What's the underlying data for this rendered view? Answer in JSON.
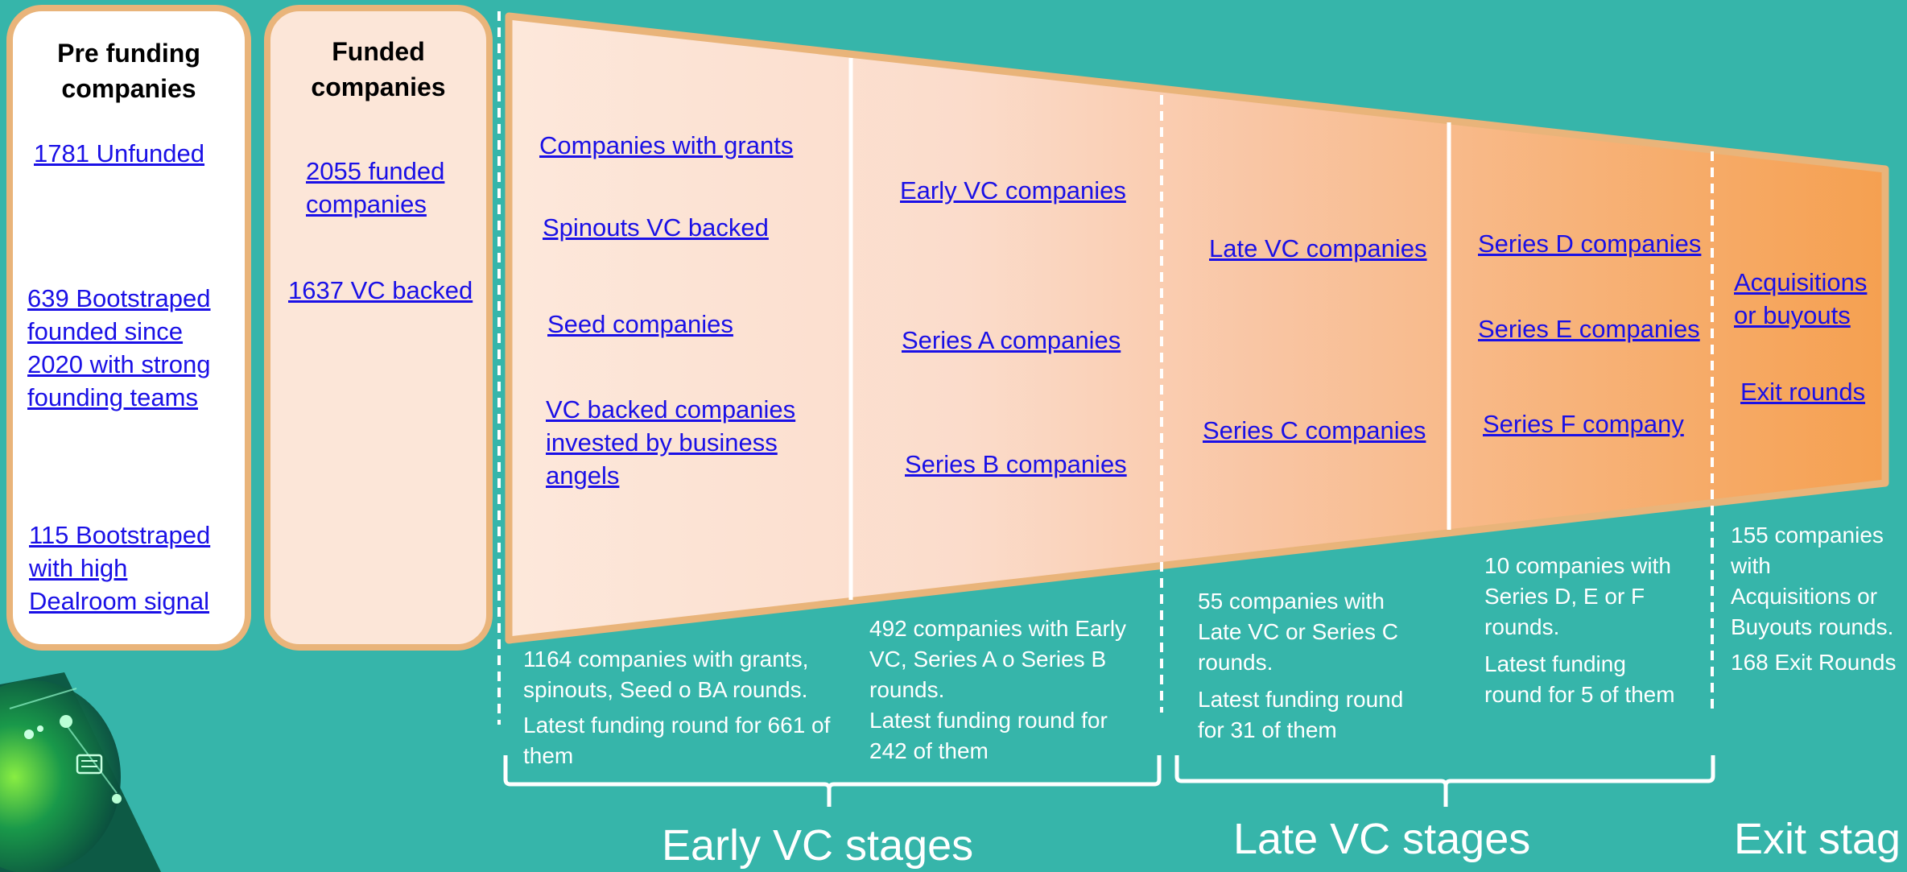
{
  "colors": {
    "background": "#36b5aa",
    "card_border": "#e9b47a",
    "link": "#1a10e6",
    "funnel_start": "#fde7da",
    "funnel_end": "#f5a052"
  },
  "pre_funding": {
    "title": "Pre funding companies",
    "title_lines": [
      "Pre funding",
      "companies"
    ],
    "unfunded_link": "1781 Unfunded",
    "bootstrapped_link_lines": [
      "639 Bootstraped",
      "founded since",
      "2020 with strong",
      "founding teams"
    ],
    "signal_link_lines": [
      "115 Bootstraped",
      "with high",
      "Dealroom signal"
    ]
  },
  "funded": {
    "title_lines": [
      "Funded",
      "companies"
    ],
    "funded_link_lines": [
      "2055 funded",
      "companies"
    ],
    "vc_backed_link": "1637 VC backed"
  },
  "funnel": {
    "col1": {
      "links": [
        "Companies with grants",
        "Spinouts VC backed",
        "Seed companies"
      ],
      "ba_link_lines": [
        "VC backed companies",
        "invested by business",
        "angels"
      ],
      "note_lines": [
        "1164 companies with grants,",
        "spinouts, Seed o BA rounds."
      ],
      "note2_lines": [
        "Latest funding round for 661 of",
        "them"
      ]
    },
    "col2": {
      "links": [
        "Early VC companies",
        "Series A companies",
        "Series B companies"
      ],
      "note_lines": [
        "492 companies with Early",
        "VC, Series A o Series B",
        "rounds."
      ],
      "note2_lines": [
        "Latest funding round for",
        "242 of them"
      ]
    },
    "col3": {
      "links": [
        "Late VC companies",
        "Series C companies"
      ],
      "note_lines": [
        "55 companies with",
        "Late VC or Series C",
        "rounds."
      ],
      "note2_lines": [
        "Latest funding round",
        "for 31 of them"
      ]
    },
    "col4": {
      "links": [
        "Series D companies",
        "Series E companies",
        "Series F company"
      ],
      "note_lines": [
        "10 companies with",
        "Series D, E or F",
        "rounds."
      ],
      "note2_lines": [
        "Latest funding",
        "round for 5 of them"
      ]
    },
    "col5": {
      "acq_link_lines": [
        "Acquisitions",
        "or buyouts"
      ],
      "exit_link": "Exit rounds",
      "note_lines": [
        "155 companies",
        "with",
        "Acquisitions or",
        "Buyouts rounds."
      ],
      "note2": "168 Exit Rounds"
    }
  },
  "stages": {
    "early": "Early VC stages",
    "late": "Late VC stages",
    "exit": "Exit stag"
  }
}
